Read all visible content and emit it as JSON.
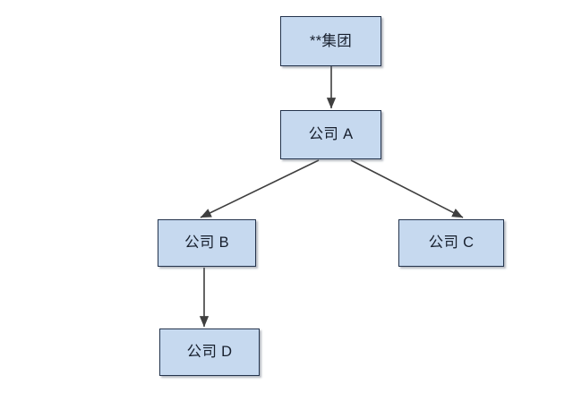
{
  "diagram": {
    "type": "organization-hierarchy-chart",
    "background_color": "#ffffff",
    "node_fill_color": "#c6d9ef",
    "node_border_color": "#24344d",
    "connector_color": "#3f3f3f",
    "nodes": [
      {
        "id": "group",
        "label": "**集团",
        "level": 0
      },
      {
        "id": "company-a",
        "label": "公司 A",
        "level": 1
      },
      {
        "id": "company-b",
        "label": "公司 B",
        "level": 2
      },
      {
        "id": "company-c",
        "label": "公司 C",
        "level": 2
      },
      {
        "id": "company-d",
        "label": "公司 D",
        "level": 3
      }
    ],
    "connectors": [
      {
        "id": "group-to-company-a",
        "from": "group",
        "to": "company-a",
        "style": "vertical-arrow"
      },
      {
        "id": "company-a-to-company-b",
        "from": "company-a",
        "to": "company-b",
        "style": "diagonal-arrow"
      },
      {
        "id": "company-a-to-company-c",
        "from": "company-a",
        "to": "company-c",
        "style": "diagonal-arrow"
      },
      {
        "id": "company-b-to-company-d",
        "from": "company-b",
        "to": "company-d",
        "style": "vertical-arrow"
      }
    ]
  }
}
